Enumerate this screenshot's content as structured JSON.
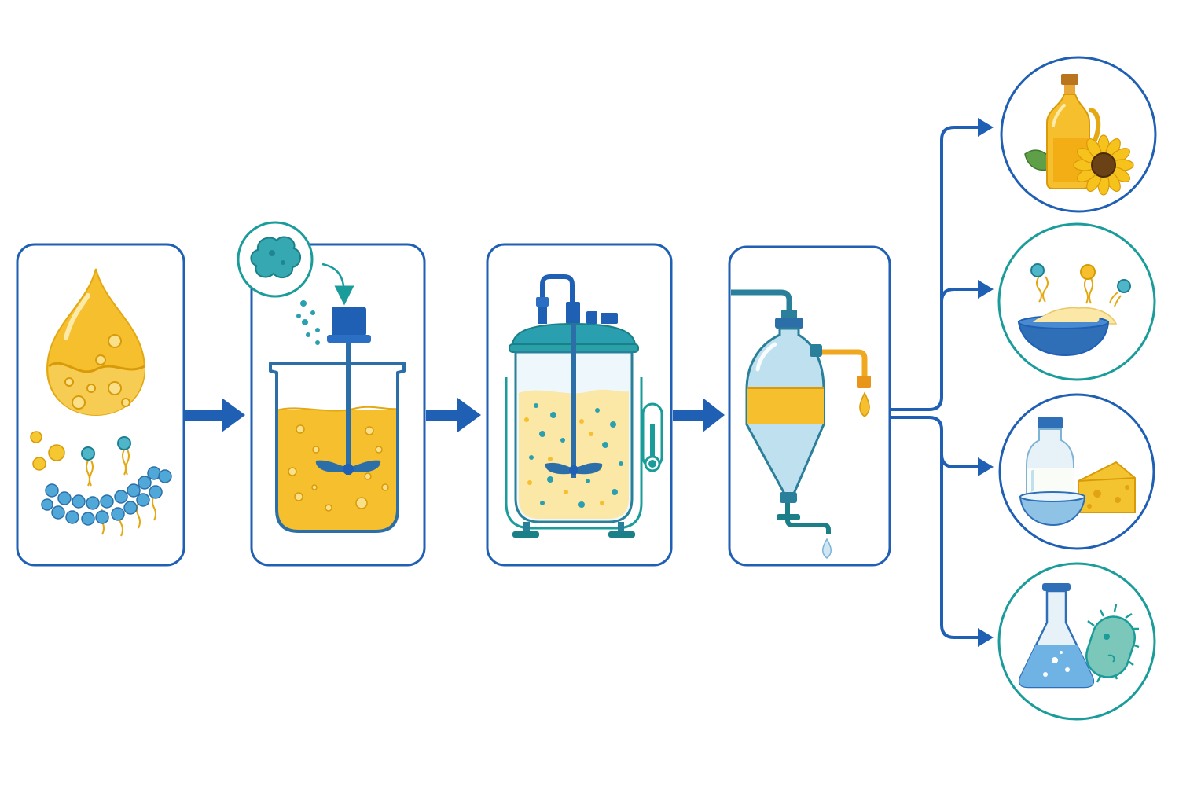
{
  "colors": {
    "frame_blue": "#1f5fb4",
    "frame_teal": "#1a9c9a",
    "oil_yellow": "#f5bf2e",
    "oil_light": "#fbe7a6",
    "teal": "#2a9fb0",
    "steel_blue": "#2f6fb8",
    "glass": "#bfe0ee",
    "sun_petal": "#f6c21c",
    "cheese": "#f4c430"
  },
  "stages": [
    {
      "id": "lipid-substrate",
      "icons": [
        "oil-drop-icon",
        "phospholipid-molecules-icon"
      ]
    },
    {
      "id": "enzyme-addition",
      "icons": [
        "enzyme-icon",
        "stirred-beaker-icon"
      ]
    },
    {
      "id": "bioreactor",
      "icons": [
        "jacketed-reactor-icon",
        "thermometer-icon"
      ]
    },
    {
      "id": "separation",
      "icons": [
        "separating-funnel-icon",
        "tap-icon"
      ]
    }
  ],
  "products": [
    {
      "id": "vegetable-oil",
      "icons": [
        "oil-bottle-icon",
        "sunflower-icon",
        "leaf-icon"
      ]
    },
    {
      "id": "phospholipid-powder",
      "icons": [
        "powder-bowl-icon",
        "phospholipid-molecules-icon"
      ]
    },
    {
      "id": "dairy",
      "icons": [
        "milk-bottle-icon",
        "cheese-icon",
        "cream-bowl-icon"
      ]
    },
    {
      "id": "microbiology",
      "icons": [
        "flask-icon",
        "microbe-icon"
      ]
    }
  ]
}
